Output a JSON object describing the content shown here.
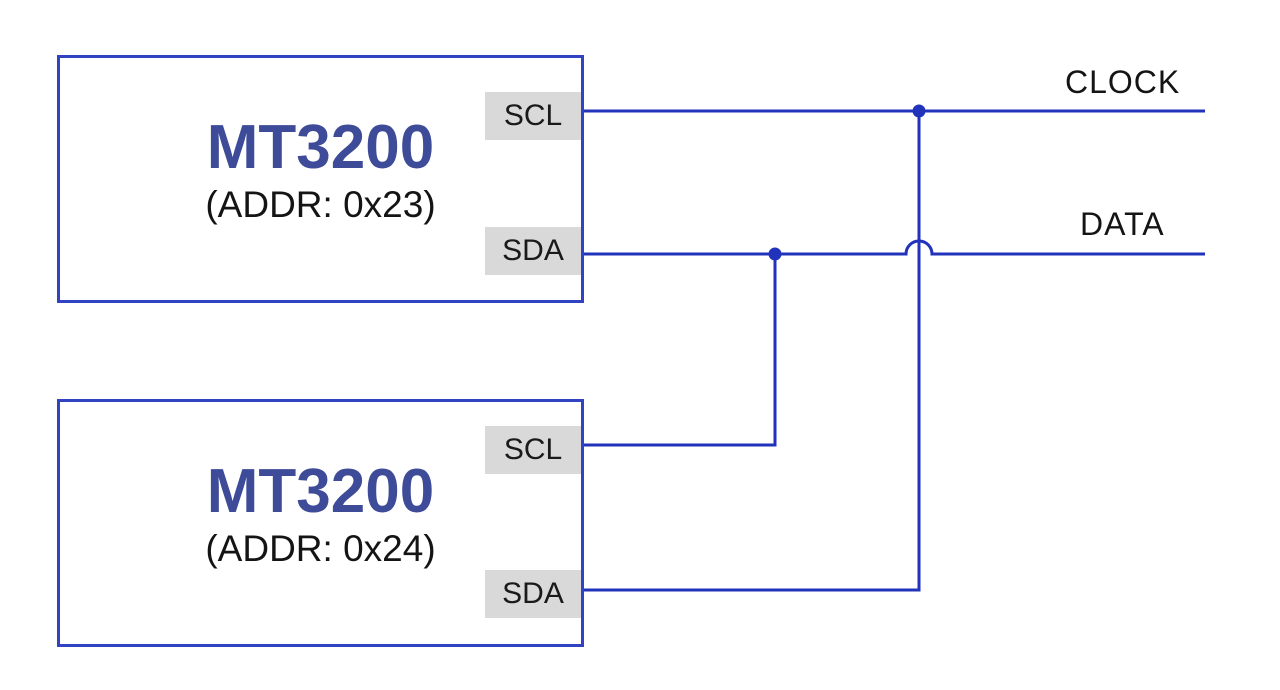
{
  "devices": [
    {
      "name": "MT3200",
      "address": "(ADDR: 0x23)",
      "pins": [
        {
          "label": "SCL"
        },
        {
          "label": "SDA"
        }
      ]
    },
    {
      "name": "MT3200",
      "address": "(ADDR: 0x24)",
      "pins": [
        {
          "label": "SCL"
        },
        {
          "label": "SDA"
        }
      ]
    }
  ],
  "buses": [
    {
      "label": "CLOCK"
    },
    {
      "label": "DATA"
    }
  ],
  "colors": {
    "wire": "#2233bb",
    "chip_border": "#3243c2",
    "chip_title": "#3e4b98",
    "pin_background": "#d9d9d9",
    "text": "#141414",
    "background": "#ffffff"
  }
}
